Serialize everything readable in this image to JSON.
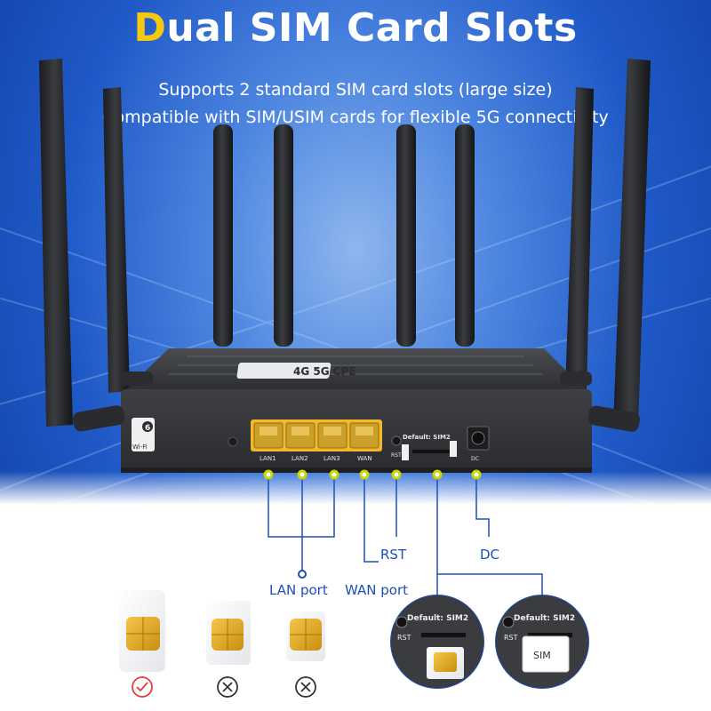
{
  "headline": {
    "first_letter": "D",
    "rest": "ual SIM Card Slots"
  },
  "subtitle": {
    "line1": "Supports 2 standard SIM card slots (large size)",
    "line2": "Compatible with SIM/USIM cards for flexible 5G connectivity"
  },
  "router": {
    "brand_plate": "4G 5G CPE",
    "wifi_badge": {
      "number": "6",
      "text": "Wi-Fi"
    },
    "ports": [
      "LAN1",
      "LAN2",
      "LAN3",
      "WAN"
    ],
    "rst_label": "RST",
    "sim_default": "Default:  SIM2",
    "dc_label": "DC"
  },
  "callouts": {
    "lan": "LAN port",
    "wan": "WAN port",
    "rst": "RST",
    "dc": "DC"
  },
  "zoom_insets": [
    {
      "sim_default": "Default:  SIM2",
      "rst_label": "RST",
      "card_text": ""
    },
    {
      "sim_default": "Default:  SIM2",
      "rst_label": "RST",
      "card_text": "SIM"
    }
  ],
  "sim_sizes": [
    {
      "size": "standard",
      "status": "supported",
      "status_icon": "check-circle-icon",
      "status_color": "#e23b3b"
    },
    {
      "size": "micro",
      "status": "not-supported",
      "status_icon": "x-circle-icon",
      "status_color": "#333333"
    },
    {
      "size": "nano",
      "status": "not-supported",
      "status_icon": "x-circle-icon",
      "status_color": "#333333"
    }
  ],
  "colors": {
    "accent": "#f6c90e",
    "callout_blue": "#1d4fb8",
    "port_yellow": "#f3b72a",
    "router_body": "#3b3d41"
  }
}
